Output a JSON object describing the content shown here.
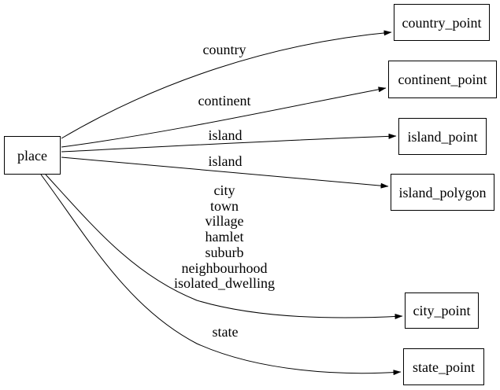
{
  "diagram": {
    "type": "directed-graph",
    "background_color": "#ffffff",
    "line_color": "#000000",
    "text_color": "#000000",
    "node_fill": "#ffffff"
  },
  "nodes": [
    {
      "id": "place",
      "label": "place"
    },
    {
      "id": "country_point",
      "label": "country_point"
    },
    {
      "id": "continent_point",
      "label": "continent_point"
    },
    {
      "id": "island_point",
      "label": "island_point"
    },
    {
      "id": "island_polygon",
      "label": "island_polygon"
    },
    {
      "id": "city_point",
      "label": "city_point"
    },
    {
      "id": "state_point",
      "label": "state_point"
    }
  ],
  "edges": [
    {
      "from": "place",
      "to": "country_point",
      "label": "country"
    },
    {
      "from": "place",
      "to": "continent_point",
      "label": "continent"
    },
    {
      "from": "place",
      "to": "island_point",
      "label": "island"
    },
    {
      "from": "place",
      "to": "island_polygon",
      "label": "island"
    },
    {
      "from": "place",
      "to": "city_point",
      "label_lines": [
        "city",
        "town",
        "village",
        "hamlet",
        "suburb",
        "neighbourhood",
        "isolated_dwelling"
      ]
    },
    {
      "from": "place",
      "to": "state_point",
      "label": "state"
    }
  ]
}
